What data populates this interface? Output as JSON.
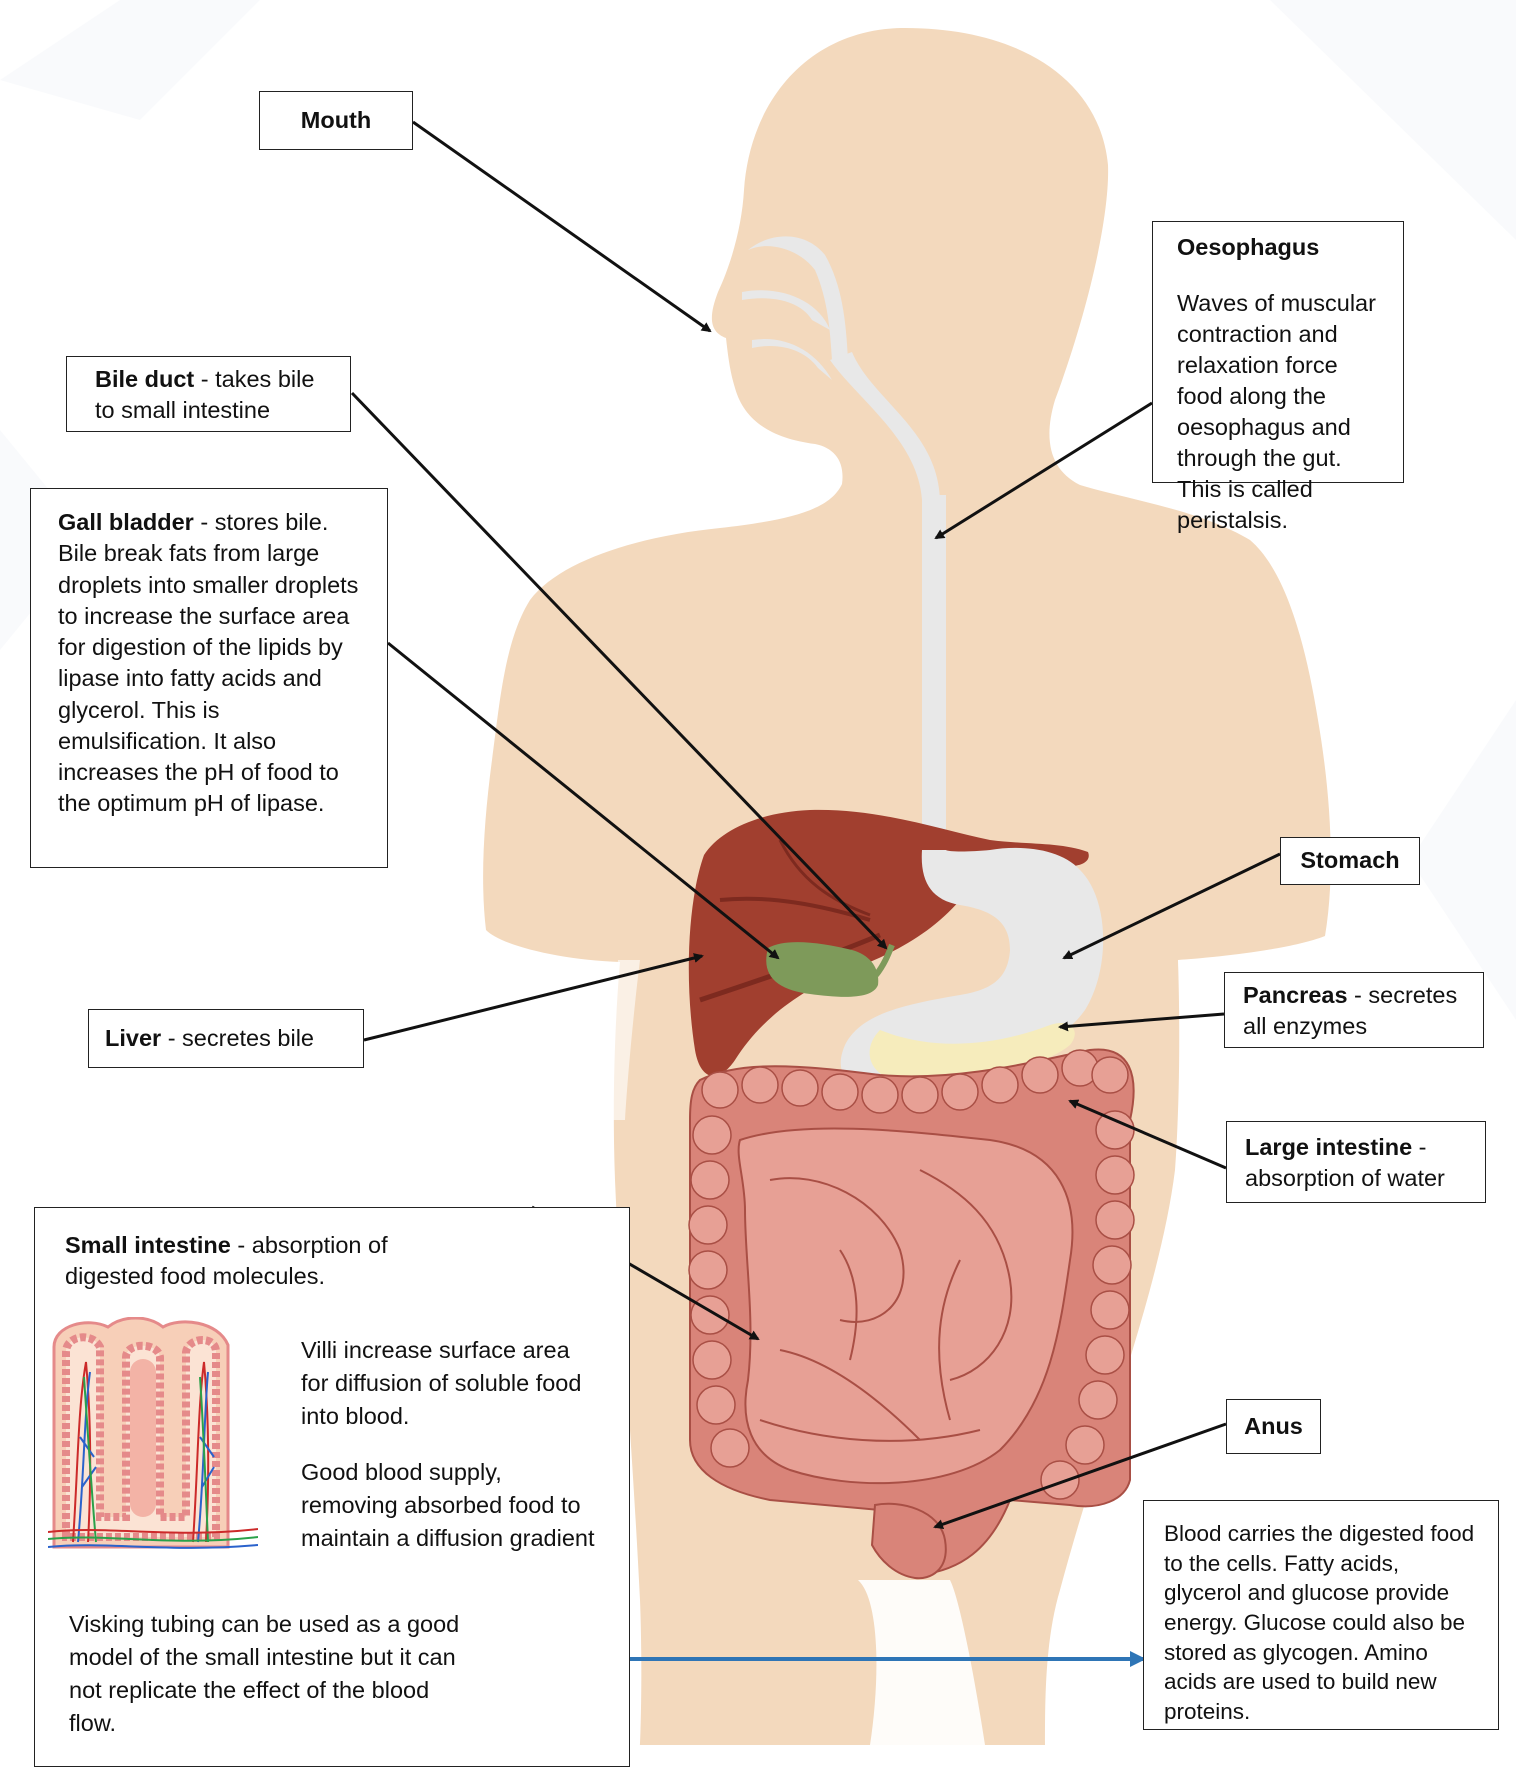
{
  "colors": {
    "skin": "#f3d9bd",
    "gut": "#e8e8e8",
    "liver": "#a13f2f",
    "liver_dark": "#7d2a1f",
    "gall_bladder": "#7e9a5a",
    "pancreas": "#f6ecbc",
    "intestine": "#d98479",
    "intestine_light": "#e7a095",
    "intestine_edge": "#a94f45",
    "arrow": "#111111",
    "blood_arrow": "#2e75b6",
    "villi_blood_red": "#cc2a2a",
    "villi_blood_blue": "#2a62cc",
    "villi_lacteal_green": "#2aa14a",
    "villi_tissue": "#f7cfb8",
    "villi_wall": "#e58a8a"
  },
  "labels": {
    "mouth": "Mouth",
    "oesophagus_title": "Oesophagus",
    "oesophagus_text": "Waves of muscular contraction and relaxation force food along the oesophagus and through the gut. This is called peristalsis.",
    "bile_duct_title": "Bile duct",
    "bile_duct_text": " - takes bile to small intestine",
    "gall_title": "Gall bladder",
    "gall_text": " - stores bile. Bile break fats from large droplets into smaller droplets to increase the surface area for digestion of the lipids by lipase into fatty acids and glycerol. This is emulsification. It also increases the pH of food to the optimum pH of lipase.",
    "stomach": "Stomach",
    "pancreas_title": "Pancreas",
    "pancreas_text": " - secretes all enzymes",
    "liver_title": "Liver",
    "liver_text": " - secretes bile",
    "large_title": "Large intestine",
    "large_text": " - absorption of water",
    "small_title": "Small intestine",
    "small_text": " - absorption of digested food molecules.",
    "villi_text": "Villi increase surface area for diffusion of soluble food into blood.",
    "blood_supply_text": "Good blood supply, removing absorbed food to maintain a diffusion gradient",
    "visking_text": "Visking tubing can be used as a good model of the small intestine but it can not replicate the effect of the blood flow.",
    "anus": "Anus",
    "blood_text": "Blood carries the digested food to the cells.  Fatty acids, glycerol and glucose provide energy. Glucose could also be stored as glycogen. Amino acids are used to build new proteins."
  }
}
